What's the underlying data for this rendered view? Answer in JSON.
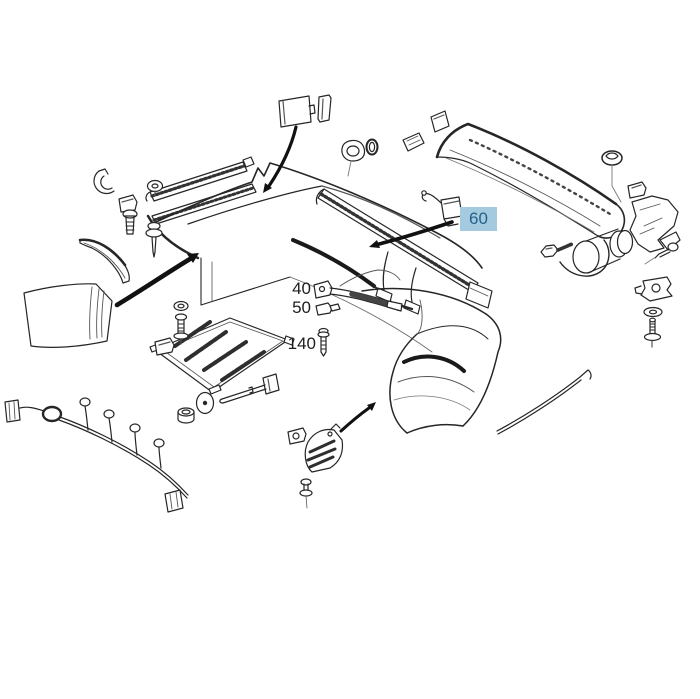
{
  "diagram": {
    "background": "#ffffff",
    "line_color": "#262626",
    "arrow_color": "#111111",
    "callouts": {
      "c40": {
        "label": "40"
      },
      "c50": {
        "label": "50"
      },
      "c140": {
        "label": "140"
      },
      "c60": {
        "label": "60",
        "highlighted": true,
        "highlight_bg": "#a4cadf",
        "highlight_text": "#25628a"
      }
    }
  }
}
